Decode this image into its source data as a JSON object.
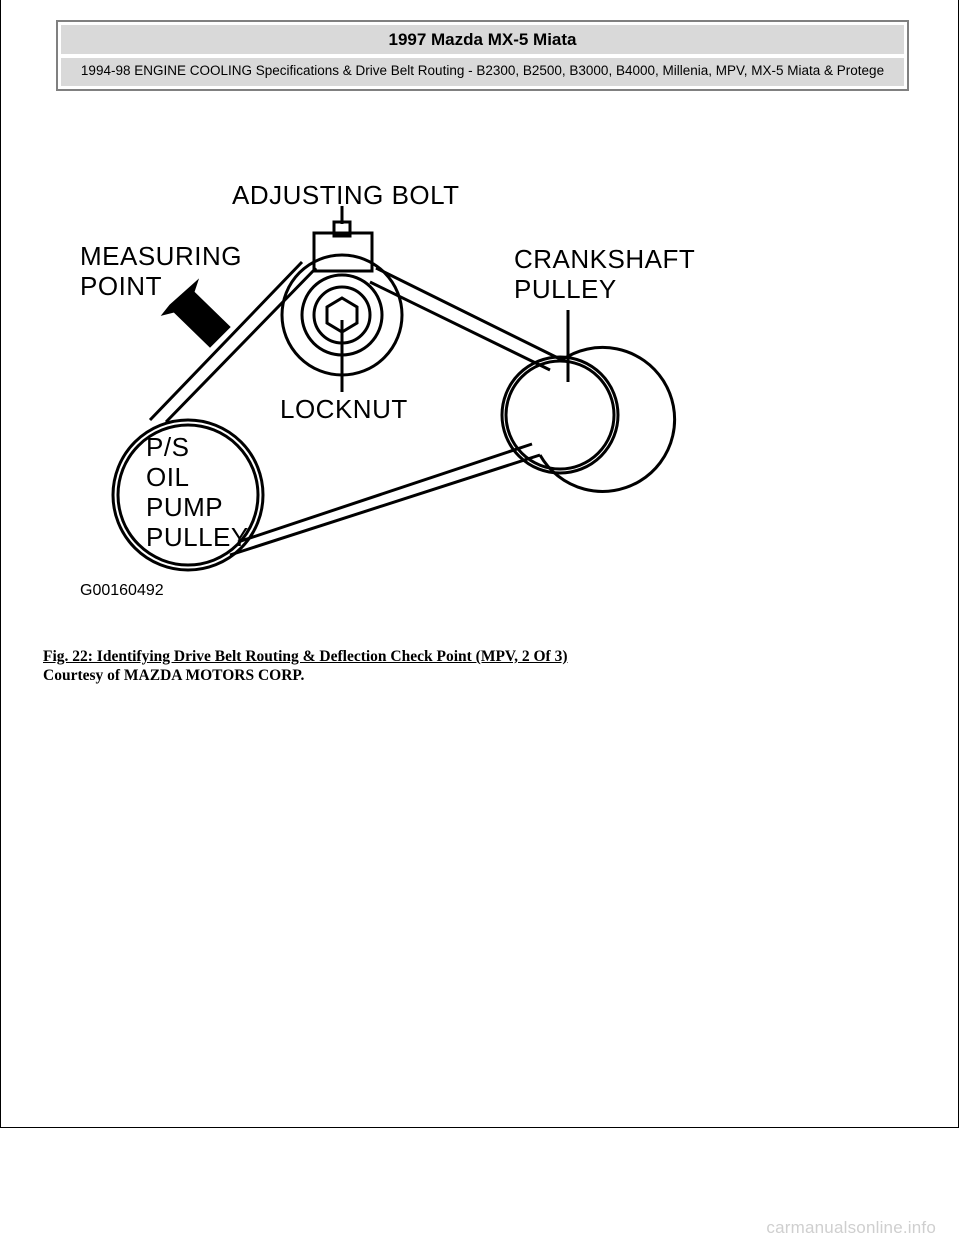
{
  "header": {
    "title": "1997 Mazda MX-5 Miata",
    "subtitle": "1994-98 ENGINE COOLING Specifications & Drive Belt Routing - B2300, B2500, B3000, B4000, Millenia, MPV, MX-5 Miata & Protege"
  },
  "figure": {
    "labels": {
      "adjusting_bolt": "ADJUSTING BOLT",
      "measuring_point_1": "MEASURING",
      "measuring_point_2": "POINT",
      "crankshaft_pulley_1": "CRANKSHAFT",
      "crankshaft_pulley_2": "PULLEY",
      "locknut": "LOCKNUT",
      "ps_1": "P/S",
      "ps_2": "OIL",
      "ps_3": "PUMP",
      "ps_4": "PULLEY"
    },
    "figure_id": "G00160492"
  },
  "caption": {
    "title": "Fig. 22: Identifying Drive Belt Routing & Deflection Check Point (MPV, 2 Of 3)",
    "credit": "Courtesy of MAZDA MOTORS CORP."
  },
  "watermark": "carmanualsonline.info"
}
